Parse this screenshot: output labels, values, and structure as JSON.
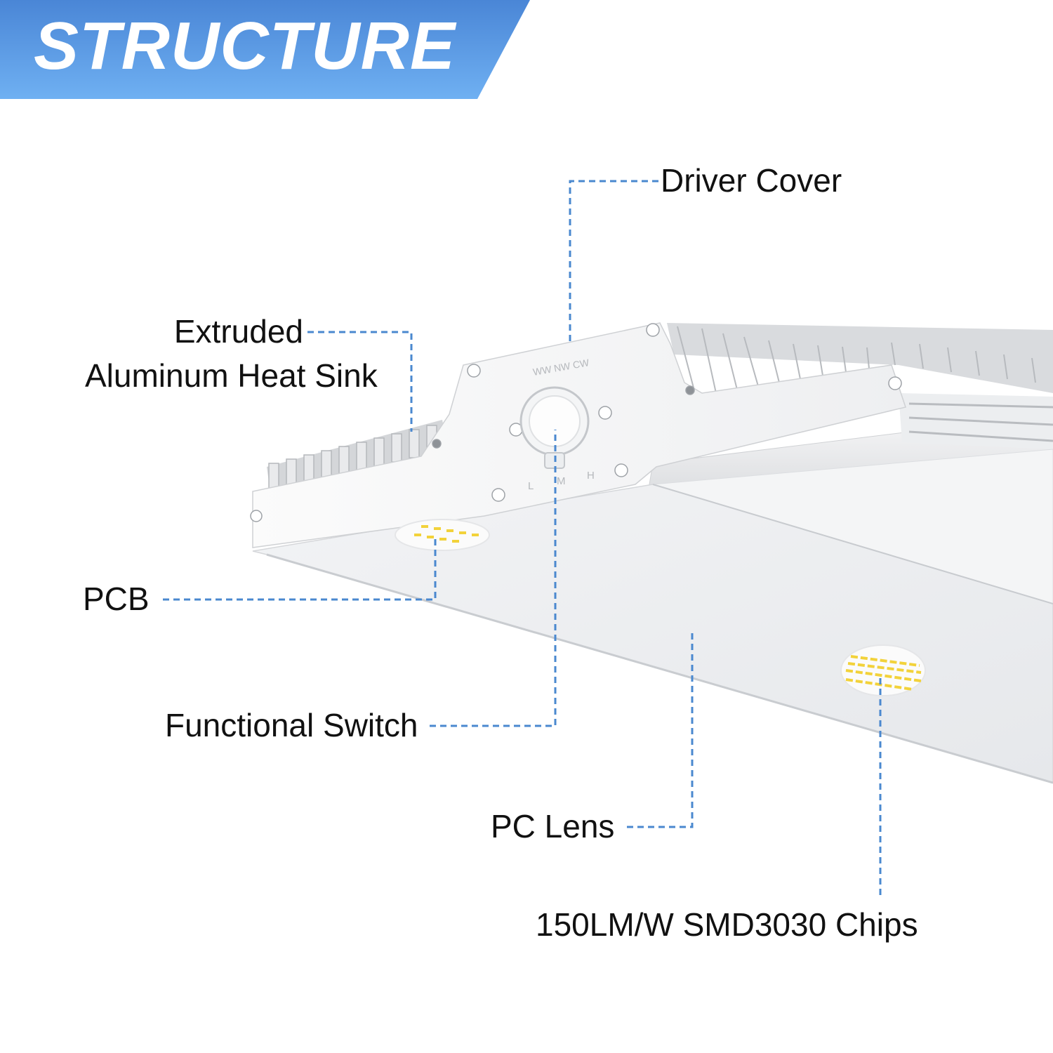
{
  "banner": {
    "title": "STRUCTURE",
    "color_start": "#4a86d6",
    "color_end": "#6fb0f2"
  },
  "fixture": {
    "switch_labels": {
      "top": [
        "WW",
        "NW",
        "CW"
      ],
      "bottom": [
        "L",
        "M",
        "H"
      ]
    }
  },
  "callouts": {
    "driver_cover": "Driver Cover",
    "heat_sink_line1": "Extruded",
    "heat_sink_line2": "Aluminum Heat Sink",
    "pcb": "PCB",
    "functional_switch": "Functional Switch",
    "pc_lens": "PC Lens",
    "chips": "150LM/W SMD3030 Chips"
  },
  "colors": {
    "leader": "#4a88cf",
    "label_text": "#111111",
    "led_chip": "#f2d23a"
  }
}
